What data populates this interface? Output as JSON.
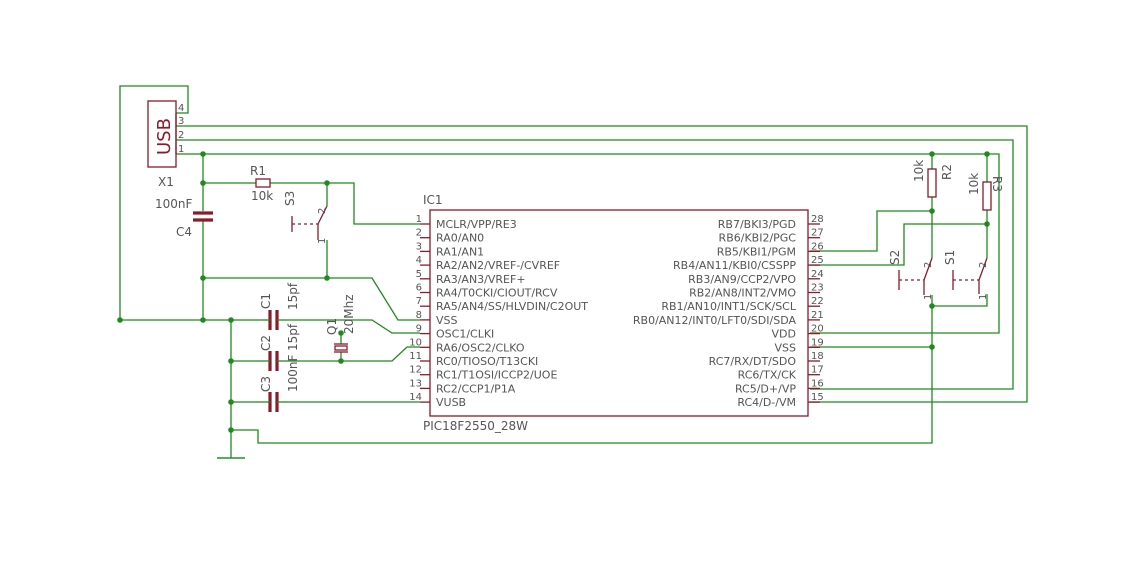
{
  "ic": {
    "ref": "IC1",
    "part": "PIC18F2550_28W",
    "left_pins": [
      {
        "num": "1",
        "label": "MCLR/VPP/RE3",
        "overline": "MCLR"
      },
      {
        "num": "2",
        "label": "RA0/AN0"
      },
      {
        "num": "3",
        "label": "RA1/AN1"
      },
      {
        "num": "4",
        "label": "RA2/AN2/VREF-/CVREF"
      },
      {
        "num": "5",
        "label": "RA3/AN3/VREF+"
      },
      {
        "num": "6",
        "label": "RA4/T0CKI/CIOUT/RCV"
      },
      {
        "num": "7",
        "label": "RA5/AN4/SS/HLVDIN/C2OUT"
      },
      {
        "num": "8",
        "label": "VSS"
      },
      {
        "num": "9",
        "label": "OSC1/CLKI"
      },
      {
        "num": "10",
        "label": "RA6/OSC2/CLKO"
      },
      {
        "num": "11",
        "label": "RC0/TIOSO/T13CKI"
      },
      {
        "num": "12",
        "label": "RC1/T1OSI/ICCP2/UOE"
      },
      {
        "num": "13",
        "label": "RC2/CCP1/P1A"
      },
      {
        "num": "14",
        "label": "VUSB"
      }
    ],
    "right_pins": [
      {
        "num": "28",
        "label": "RB7/BKI3/PGD"
      },
      {
        "num": "27",
        "label": "RB6/KBI2/PGC"
      },
      {
        "num": "26",
        "label": "RB5/KBI1/PGM"
      },
      {
        "num": "25",
        "label": "RB4/AN11/KBI0/CSSPP"
      },
      {
        "num": "24",
        "label": "RB3/AN9/CCP2/VPO"
      },
      {
        "num": "23",
        "label": "RB2/AN8/INT2/VMO"
      },
      {
        "num": "22",
        "label": "RB1/AN10/INT1/SCK/SCL"
      },
      {
        "num": "21",
        "label": "RB0/AN12/INT0/LFT0/SDI/SDA"
      },
      {
        "num": "20",
        "label": "VDD"
      },
      {
        "num": "19",
        "label": "VSS"
      },
      {
        "num": "18",
        "label": "RC7/RX/DT/SDO"
      },
      {
        "num": "17",
        "label": "RC6/TX/CK"
      },
      {
        "num": "16",
        "label": "RC5/D+/VP"
      },
      {
        "num": "15",
        "label": "RC4/D-/VM"
      }
    ]
  },
  "usb": {
    "ref": "X1",
    "label": "USB",
    "pins": [
      "4",
      "3",
      "2",
      "1"
    ]
  },
  "components": {
    "r1": {
      "ref": "R1",
      "value": "10k"
    },
    "r2": {
      "ref": "R2",
      "value": "10k"
    },
    "r3": {
      "ref": "R3",
      "value": "10k"
    },
    "c1": {
      "ref": "C1",
      "value": "15pf"
    },
    "c2": {
      "ref": "C2",
      "value": "15pf"
    },
    "c3": {
      "ref": "C3",
      "value": "100nF"
    },
    "c4": {
      "ref": "C4",
      "value": "100nF"
    },
    "q1": {
      "ref": "Q1",
      "value": "20Mhz"
    },
    "s1": {
      "ref": "S1",
      "pin_a": "2",
      "pin_b": "1"
    },
    "s2": {
      "ref": "S2",
      "pin_a": "2",
      "pin_b": "1"
    },
    "s3": {
      "ref": "S3",
      "pin_a": "2",
      "pin_b": "1"
    }
  },
  "colors": {
    "wire": "#1f8a1f",
    "part": "#8b1a2a",
    "text": "#555555"
  }
}
